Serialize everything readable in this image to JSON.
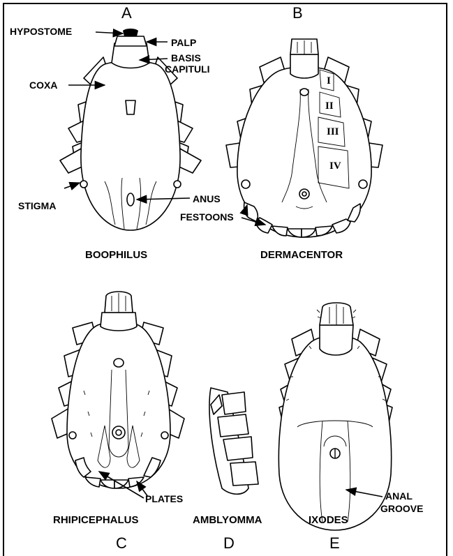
{
  "panels": {
    "a": {
      "letter": "A",
      "name": "BOOPHILUS"
    },
    "b": {
      "letter": "B",
      "name": "DERMACENTOR"
    },
    "c": {
      "letter": "C",
      "name": "RHIPICEPHALUS"
    },
    "d": {
      "letter": "D",
      "name": "AMBLYOMMA"
    },
    "e": {
      "letter": "E",
      "name": "IXODES"
    }
  },
  "labels": {
    "hypostome": "HYPOSTOME",
    "palp": "PALP",
    "basis_1": "BASIS",
    "basis_2": "CAPITULI",
    "coxa": "COXA",
    "stigma": "STIGMA",
    "anus": "ANUS",
    "festoons": "FESTOONS",
    "plates": "PLATES",
    "anal_1": "ANAL",
    "anal_2": "GROOVE"
  },
  "coxa_numbers": [
    "I",
    "II",
    "III",
    "IV"
  ]
}
